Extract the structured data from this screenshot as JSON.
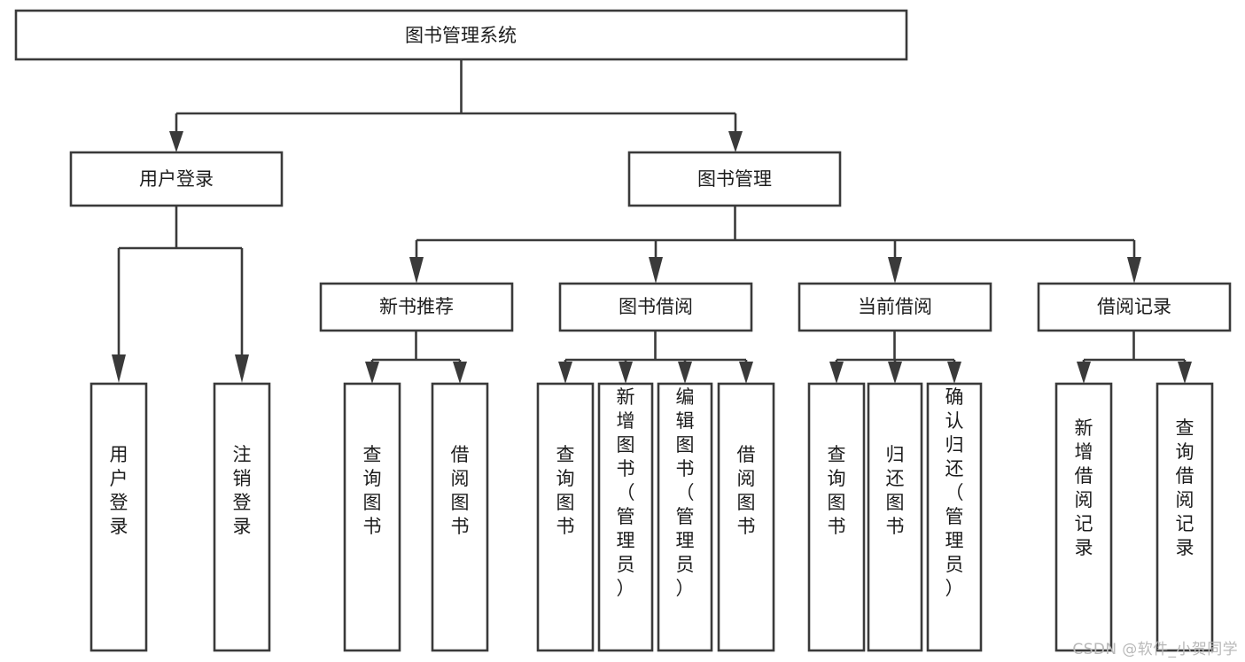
{
  "diagram": {
    "title": "图书管理系统",
    "type": "tree-hierarchy-chart",
    "watermark": "CSDN @软件_小贺同学",
    "colors": {
      "stroke": "#3a3a3a",
      "box_fill": "#ffffff",
      "text": "#1c1c1c",
      "background": "#ffffff",
      "watermark": "#b9b9b9"
    },
    "levels": {
      "root": {
        "label": "图书管理系统",
        "orientation": "horizontal"
      },
      "level2": [
        {
          "id": "user-login",
          "label": "用户登录",
          "orientation": "horizontal"
        },
        {
          "id": "book-management",
          "label": "图书管理",
          "orientation": "horizontal"
        }
      ],
      "level3": [
        {
          "id": "new-book-recommend",
          "label": "新书推荐",
          "orientation": "horizontal",
          "parent": "book-management"
        },
        {
          "id": "book-borrow",
          "label": "图书借阅",
          "orientation": "horizontal",
          "parent": "book-management"
        },
        {
          "id": "current-borrow",
          "label": "当前借阅",
          "orientation": "horizontal",
          "parent": "book-management"
        },
        {
          "id": "borrow-record",
          "label": "借阅记录",
          "orientation": "horizontal",
          "parent": "book-management"
        }
      ],
      "leaves": [
        {
          "id": "leaf-user-login",
          "label": "用户登录",
          "orientation": "vertical",
          "parent": "user-login"
        },
        {
          "id": "leaf-user-logout",
          "label": "注销登录",
          "orientation": "vertical",
          "parent": "user-login"
        },
        {
          "id": "leaf-query-book-1",
          "label": "查询图书",
          "orientation": "vertical",
          "parent": "new-book-recommend"
        },
        {
          "id": "leaf-borrow-book-1",
          "label": "借阅图书",
          "orientation": "vertical",
          "parent": "new-book-recommend"
        },
        {
          "id": "leaf-query-book-2",
          "label": "查询图书",
          "orientation": "vertical",
          "parent": "book-borrow"
        },
        {
          "id": "leaf-add-book",
          "label": "新增图书（管理员）",
          "orientation": "vertical",
          "parent": "book-borrow"
        },
        {
          "id": "leaf-edit-book",
          "label": "编辑图书（管理员）",
          "orientation": "vertical",
          "parent": "book-borrow"
        },
        {
          "id": "leaf-borrow-book-2",
          "label": "借阅图书",
          "orientation": "vertical",
          "parent": "book-borrow"
        },
        {
          "id": "leaf-query-book-3",
          "label": "查询图书",
          "orientation": "vertical",
          "parent": "current-borrow"
        },
        {
          "id": "leaf-return-book",
          "label": "归还图书",
          "orientation": "vertical",
          "parent": "current-borrow"
        },
        {
          "id": "leaf-confirm-return",
          "label": "确认归还（管理员）",
          "orientation": "vertical",
          "parent": "current-borrow"
        },
        {
          "id": "leaf-add-record",
          "label": "新增借阅记录",
          "orientation": "vertical",
          "parent": "borrow-record"
        },
        {
          "id": "leaf-query-record",
          "label": "查询借阅记录",
          "orientation": "vertical",
          "parent": "borrow-record"
        }
      ]
    }
  }
}
